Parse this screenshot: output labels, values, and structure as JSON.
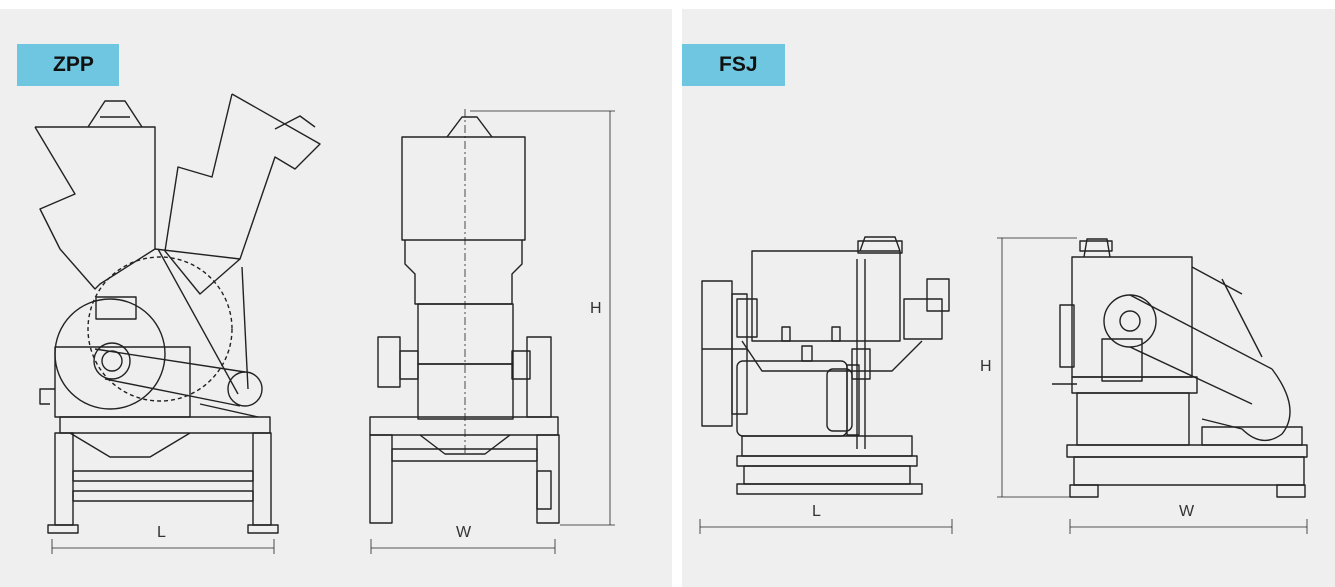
{
  "panels": [
    {
      "tag": "ZPP",
      "dimension_labels": {
        "length": "L",
        "width": "W",
        "height": "H"
      }
    },
    {
      "tag": "FSJ",
      "dimension_labels": {
        "length": "L",
        "width": "W",
        "height": "H"
      }
    }
  ],
  "colors": {
    "panel_bg": "#efefef",
    "tag_bg": "#6fc6e0",
    "line": "#222222"
  }
}
